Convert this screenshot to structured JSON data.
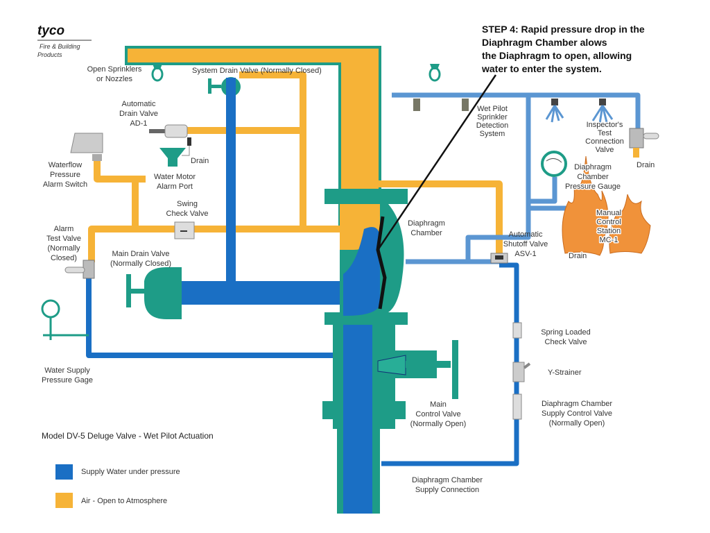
{
  "logo": {
    "brand": "tyco",
    "sub": [
      "Fire & Building",
      "Products"
    ]
  },
  "step": [
    "STEP 4: Rapid pressure drop in the",
    "Diaphragm Chamber alows",
    "the Diaphragm to open, allowing",
    "water to enter the system."
  ],
  "labels": {
    "open_sprinklers": [
      "Open Sprinklers",
      "or Nozzles"
    ],
    "system_drain": [
      "System Drain Valve (Normally Closed)"
    ],
    "auto_drain": [
      "Automatic",
      "Drain Valve",
      "AD-1"
    ],
    "drain_left": [
      "Drain"
    ],
    "water_motor": [
      "Water Motor",
      "Alarm Port"
    ],
    "waterflow": [
      "Waterflow",
      "Pressure",
      "Alarm Switch"
    ],
    "swing_check": [
      "Swing",
      "Check Valve"
    ],
    "alarm_test": [
      "Alarm",
      "Test Valve",
      "(Normally",
      "Closed)"
    ],
    "main_drain": [
      "Main Drain Valve",
      "(Normally Closed)"
    ],
    "water_supply_gage": [
      "Water Supply",
      "Pressure Gage"
    ],
    "wet_pilot": [
      "Wet Pilot",
      "Sprinkler",
      "Detection",
      "System"
    ],
    "inspectors": [
      "Inspector's",
      "Test",
      "Connection",
      "Valve"
    ],
    "drain_right": [
      "Drain"
    ],
    "diaphragm_gauge": [
      "Diaphragm",
      "Chamber",
      "Pressure Gauge"
    ],
    "manual_control": [
      "Manual",
      "Control",
      "Station",
      "MC-1"
    ],
    "drain_mc": [
      "Drain"
    ],
    "diaphragm_chamber": [
      "Diaphragm",
      "Chamber"
    ],
    "asv": [
      "Automatic",
      "Shutoff Valve",
      "ASV-1"
    ],
    "spring_check": [
      "Spring Loaded",
      "Check Valve"
    ],
    "y_strainer": [
      "Y-Strainer"
    ],
    "dc_supply_valve": [
      "Diaphragm Chamber",
      "Supply Control Valve",
      "(Normally Open)"
    ],
    "main_control": [
      "Main",
      "Control Valve",
      "(Normally Open)"
    ],
    "dc_supply_conn": [
      "Diaphragm Chamber",
      "Supply Connection"
    ]
  },
  "title": "Model DV-5 Deluge Valve - Wet Pilot Actuation",
  "legend": [
    {
      "label": "Supply Water under pressure",
      "color": "#1a6fc4"
    },
    {
      "label": "Air - Open to Atmosphere",
      "color": "#f6b337"
    }
  ],
  "colors": {
    "valve_body": "#1e9c87",
    "air": "#f6b337",
    "water": "#1a6fc4",
    "pilot": "#5b96d2",
    "flame": "#f0923a"
  }
}
